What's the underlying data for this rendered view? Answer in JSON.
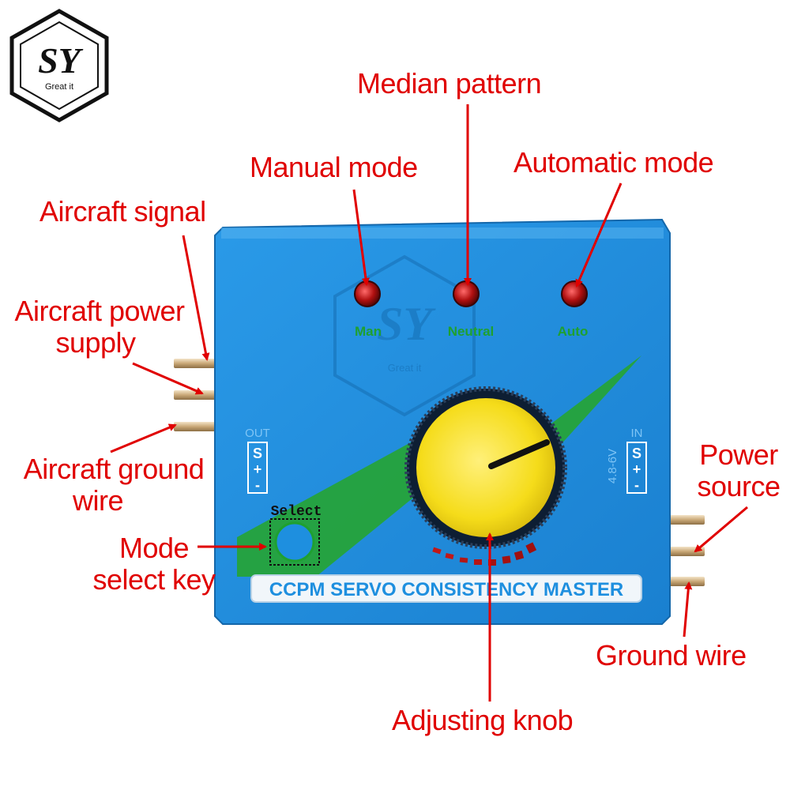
{
  "logo": {
    "text": "SY",
    "subtext": "Great it"
  },
  "device": {
    "title": "CCPM SERVO CONSISTENCY MASTER",
    "leds": [
      {
        "label": "Man",
        "color": "#d01818"
      },
      {
        "label": "Neutral",
        "color": "#d01818"
      },
      {
        "label": "Auto",
        "color": "#d01818"
      }
    ],
    "out_label": "OUT",
    "in_label": "IN",
    "voltage": "4.8-6V",
    "pin_labels": [
      "S",
      "+",
      "-"
    ],
    "select_label": "Select",
    "body_color": "#1e90e0",
    "accent_color": "#26a33a"
  },
  "callouts": {
    "median_pattern": "Median pattern",
    "manual_mode": "Manual mode",
    "automatic_mode": "Automatic mode",
    "aircraft_signal": "Aircraft signal",
    "aircraft_power_line1": "Aircraft power",
    "aircraft_power_line2": "supply",
    "aircraft_ground_line1": "Aircraft ground",
    "aircraft_ground_line2": "wire",
    "power_source_line1": "Power",
    "power_source_line2": "source",
    "mode_select_line1": "Mode",
    "mode_select_line2": "select key",
    "ground_wire": "Ground wire",
    "adjusting_knob": "Adjusting knob"
  }
}
